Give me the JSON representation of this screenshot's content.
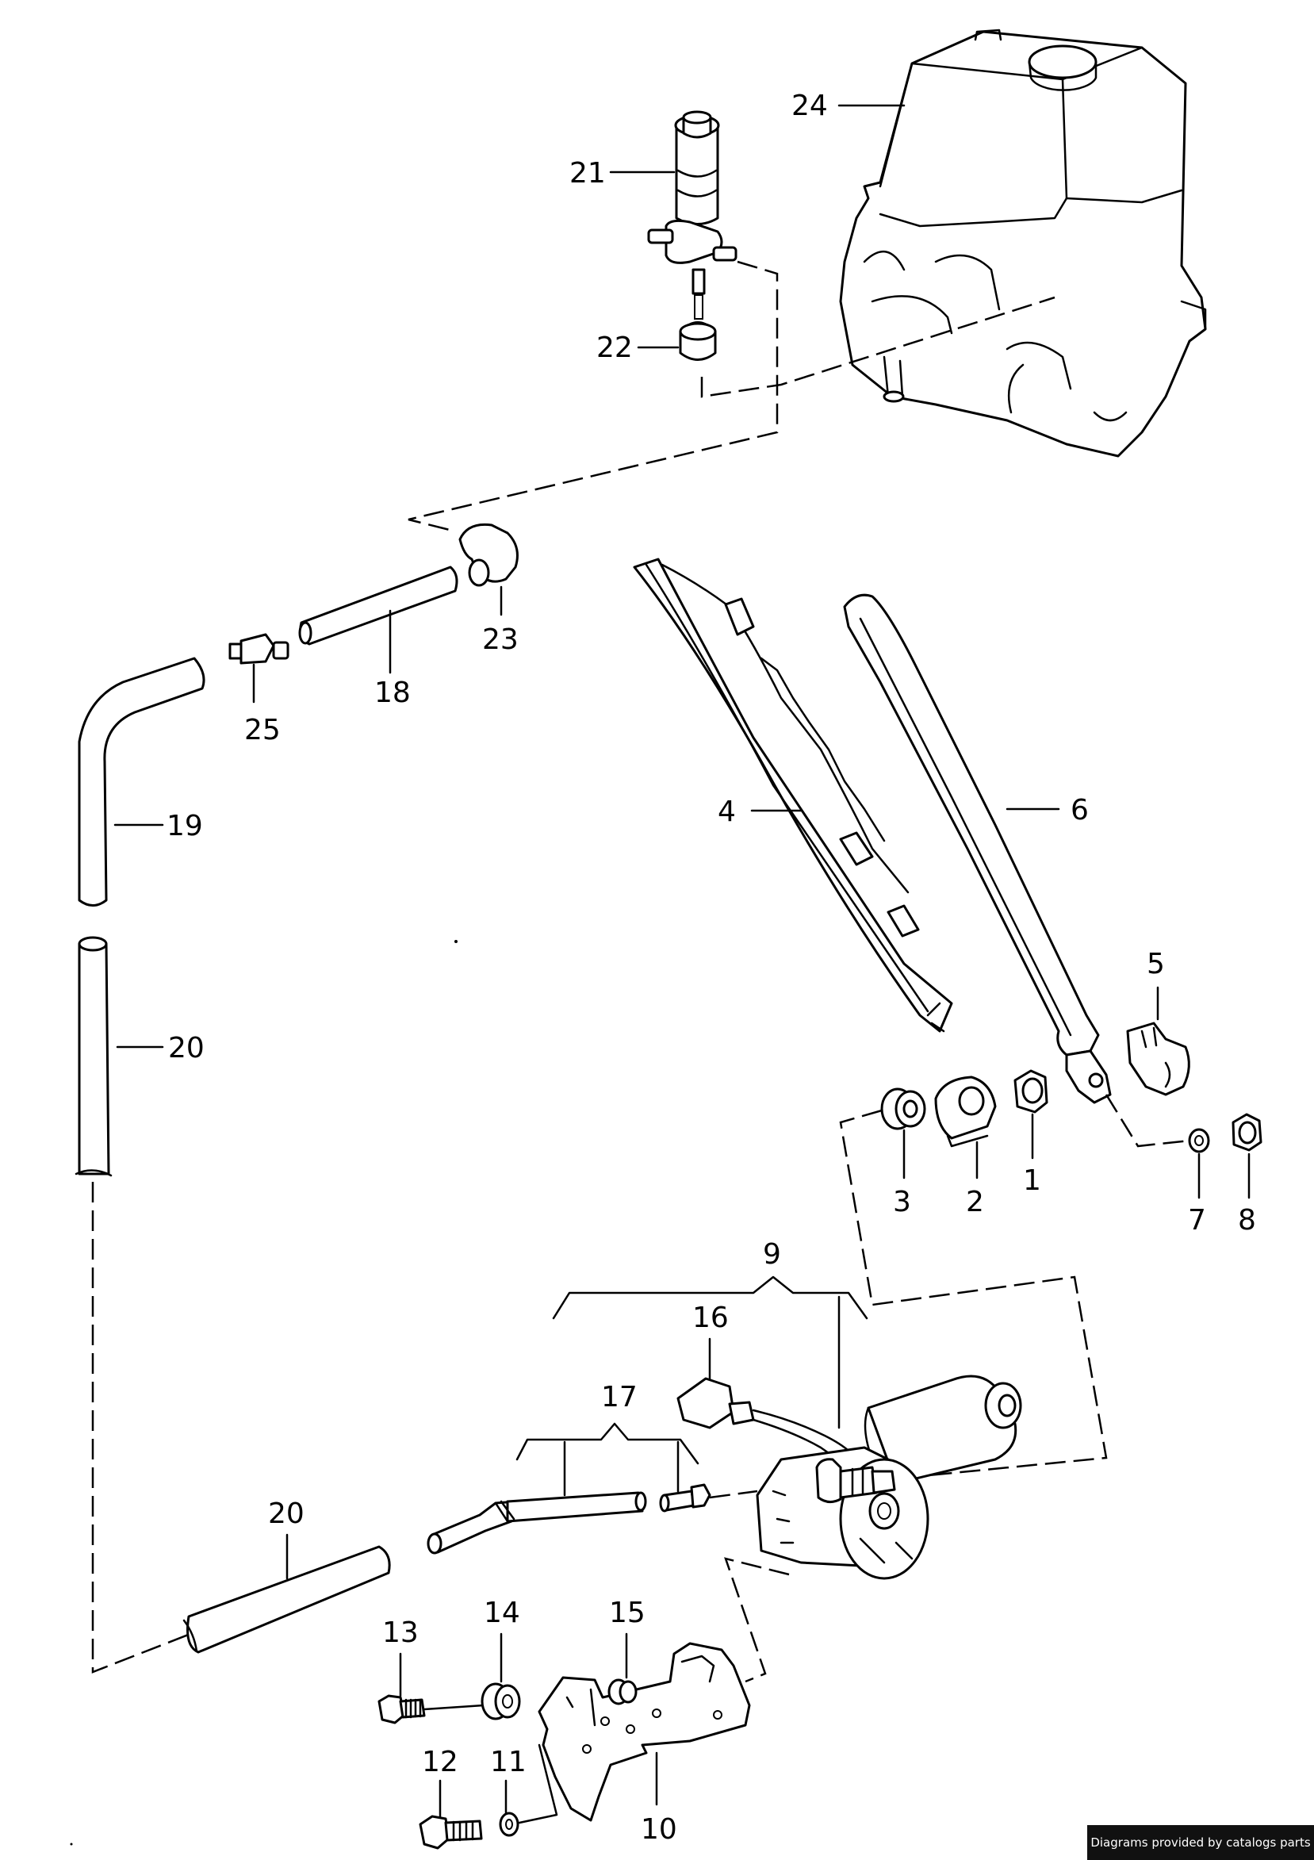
{
  "footer": {
    "credit": "Diagrams provided by catalogs parts"
  },
  "callouts": {
    "c1": "1",
    "c2": "2",
    "c3": "3",
    "c4": "4",
    "c5": "5",
    "c6": "6",
    "c7": "7",
    "c8": "8",
    "c9": "9",
    "c10": "10",
    "c11": "11",
    "c12": "12",
    "c13": "13",
    "c14": "14",
    "c15": "15",
    "c16": "16",
    "c17": "17",
    "c18": "18",
    "c19": "19",
    "c20a": "20",
    "c20b": "20",
    "c21": "21",
    "c22": "22",
    "c23": "23",
    "c24": "24",
    "c25": "25"
  }
}
